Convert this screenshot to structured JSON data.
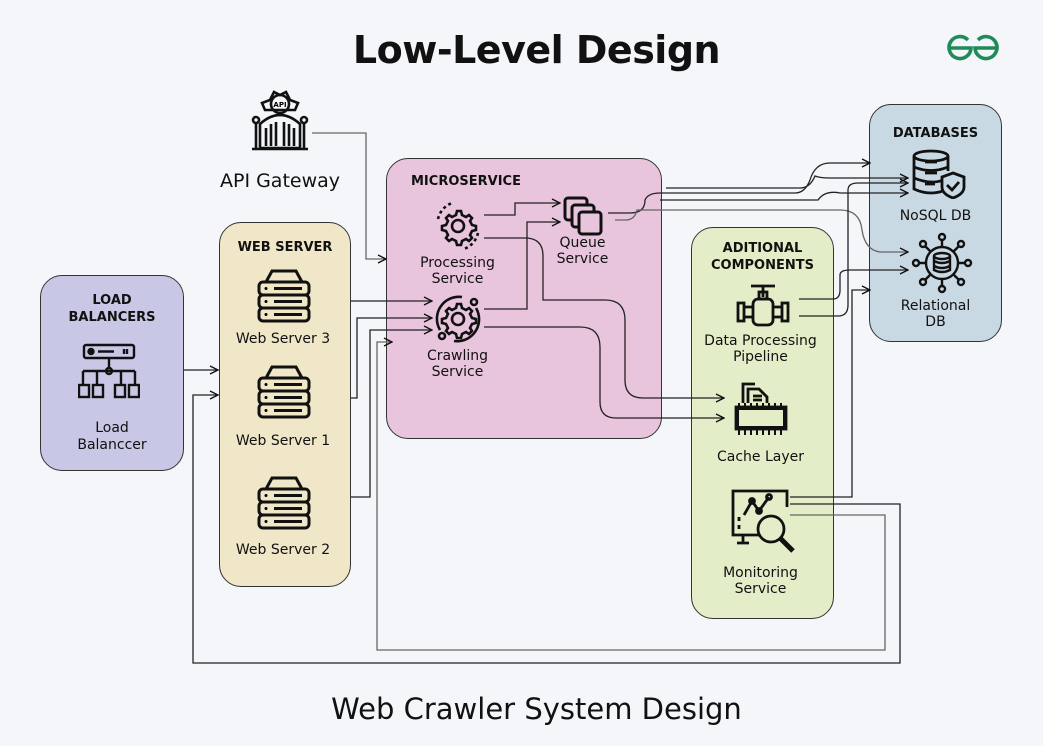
{
  "header": {
    "title": "Low-Level Design",
    "logo": "geeksforgeeks-logo-icon",
    "brand_color": "#1f8b5a"
  },
  "footer": {
    "subtitle": "Web Crawler System Design"
  },
  "api_gateway": {
    "label": "API Gateway",
    "icon": "api-gateway-icon"
  },
  "panels": {
    "load_balancers": {
      "title_line1": "LOAD",
      "title_line2": "BALANCERS",
      "color": "#c8c8e6",
      "item": {
        "label_line1": "Load",
        "label_line2": "Balanccer",
        "icon": "load-balancer-icon"
      }
    },
    "web_server": {
      "title": "WEB SERVER",
      "color": "#f0e6c8",
      "items": [
        {
          "label": "Web Server 3",
          "icon": "server-icon"
        },
        {
          "label": "Web Server 1",
          "icon": "server-icon"
        },
        {
          "label": "Web Server 2",
          "icon": "server-icon"
        }
      ]
    },
    "microservice": {
      "title": "MICROSERVICE",
      "color": "#e9c5dd",
      "items": {
        "processing": {
          "label_line1": "Processing",
          "label_line2": "Service",
          "icon": "processing-gear-icon"
        },
        "crawling": {
          "label_line1": "Crawling",
          "label_line2": "Service",
          "icon": "crawling-gear-icon"
        },
        "queue": {
          "label_line1": "Queue",
          "label_line2": "Service",
          "icon": "queue-stack-icon"
        }
      }
    },
    "additional": {
      "title_line1": "ADITIONAL",
      "title_line2": "COMPONENTS",
      "color": "#e3eec8",
      "items": {
        "pipeline": {
          "label_line1": "Data Processing",
          "label_line2": "Pipeline",
          "icon": "pipeline-valve-icon"
        },
        "cache": {
          "label": "Cache Layer",
          "icon": "cache-chip-icon"
        },
        "monitoring": {
          "label_line1": "Monitoring",
          "label_line2": "Service",
          "icon": "monitoring-icon"
        }
      }
    },
    "databases": {
      "title": "DATABASES",
      "color": "#c9d9e4",
      "items": {
        "nosql": {
          "label": "NoSQL DB",
          "icon": "nosql-db-icon"
        },
        "relational": {
          "label_line1": "Relational",
          "label_line2": "DB",
          "icon": "relational-db-icon"
        }
      }
    }
  }
}
